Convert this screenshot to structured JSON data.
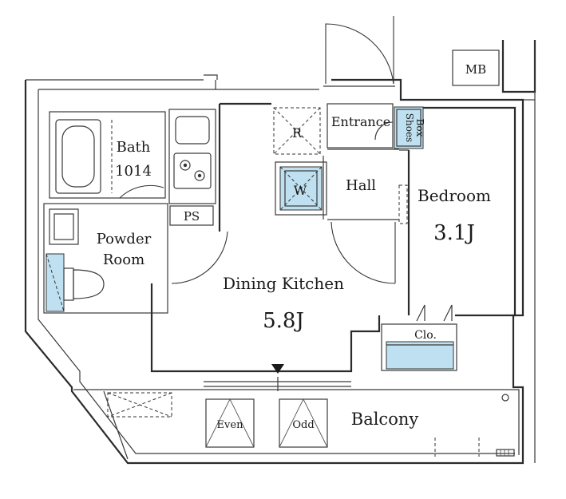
{
  "colors": {
    "wall": "#2b2b2b",
    "water_area": "#bfe0f0",
    "background": "#ffffff"
  },
  "icons": [
    "stove-icon",
    "sink-icon",
    "bathtub-icon",
    "toilet-icon",
    "washbasin-icon",
    "north-arrow-icon"
  ],
  "rooms": {
    "mb": "MB",
    "entrance": "Entrance",
    "shoes_box_line1": "Shoes",
    "shoes_box_line2": "Box",
    "refrigerator": "R",
    "washer": "W",
    "hall": "Hall",
    "bath": "Bath",
    "bath_size": "1014",
    "ps": "PS",
    "powder_room_line1": "Powder",
    "powder_room_line2": "Room",
    "dining_kitchen": "Dining Kitchen",
    "dining_kitchen_size": "5.8J",
    "bedroom": "Bedroom",
    "bedroom_size": "3.1J",
    "closet": "Clo.",
    "balcony": "Balcony",
    "even": "Even",
    "odd": "Odd"
  }
}
